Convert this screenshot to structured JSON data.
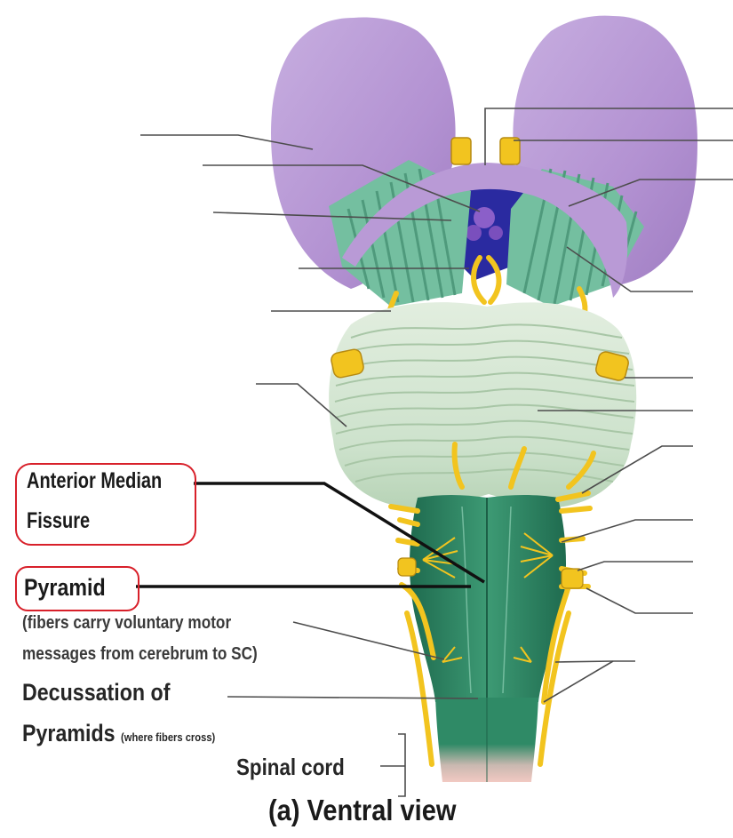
{
  "labels": {
    "anterior_median_fissure_line1": "Anterior Median",
    "anterior_median_fissure_line2": "Fissure",
    "pyramid": "Pyramid",
    "pyramid_desc_line1": "(fibers carry voluntary motor",
    "pyramid_desc_line2": "messages from cerebrum to SC)",
    "decussation_line1": "Decussation of",
    "decussation_line2": "Pyramids",
    "decussation_note": "(where fibers cross)",
    "spinal_cord": "Spinal cord",
    "caption": "(a) Ventral view"
  },
  "colors": {
    "cerebral_lobe": "#b89ad4",
    "midbrain_green": "#6ab79c",
    "pons": "#d7e8d6",
    "medulla": "#2f8a66",
    "nerve_yellow": "#f4c21a",
    "highlight_box": "#d8202a",
    "leader_line": "#4d4d4d"
  }
}
